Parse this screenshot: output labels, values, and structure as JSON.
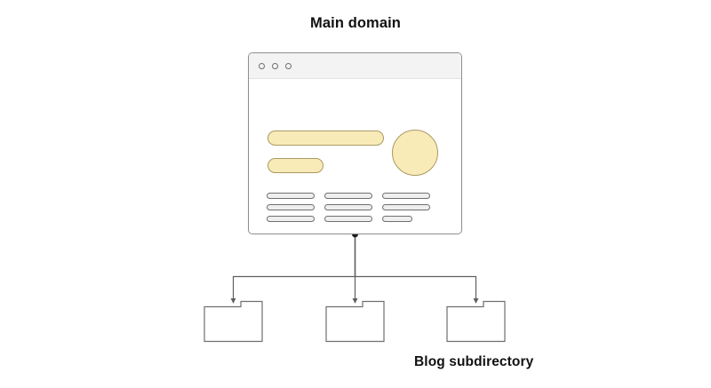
{
  "diagram": {
    "type": "site-architecture",
    "background_color": "#ffffff",
    "labels": {
      "main_domain": "Main domain",
      "blog_subdirectory": "Blog subdirectory"
    },
    "browser_window": {
      "name": "main-domain-website-mockup",
      "titlebar": {
        "background_color": "#f3f3f3",
        "dots": [
          "window-dot-1",
          "window-dot-2",
          "window-dot-3"
        ]
      },
      "content": {
        "accent_color": "#f9ebb7",
        "accent_border_color": "#a99a63",
        "placeholder_color": "#efefef",
        "placeholder_border_color": "#6f6f6f",
        "hero_shapes": [
          "heading-placeholder",
          "subheading-placeholder",
          "image-placeholder-circle"
        ],
        "text_columns": [
          {
            "lines": [
              "full",
              "full",
              "full"
            ]
          },
          {
            "lines": [
              "full",
              "full",
              "full"
            ]
          },
          {
            "lines": [
              "full",
              "full",
              "short"
            ]
          }
        ]
      }
    },
    "connectors": {
      "line_color": "#5f5f5f",
      "junction_dot_color": "#1a1a1a",
      "arrow_count": 3
    },
    "folders": [
      {
        "name": "subdirectory-folder-1"
      },
      {
        "name": "subdirectory-folder-2"
      },
      {
        "name": "subdirectory-folder-3"
      }
    ]
  }
}
